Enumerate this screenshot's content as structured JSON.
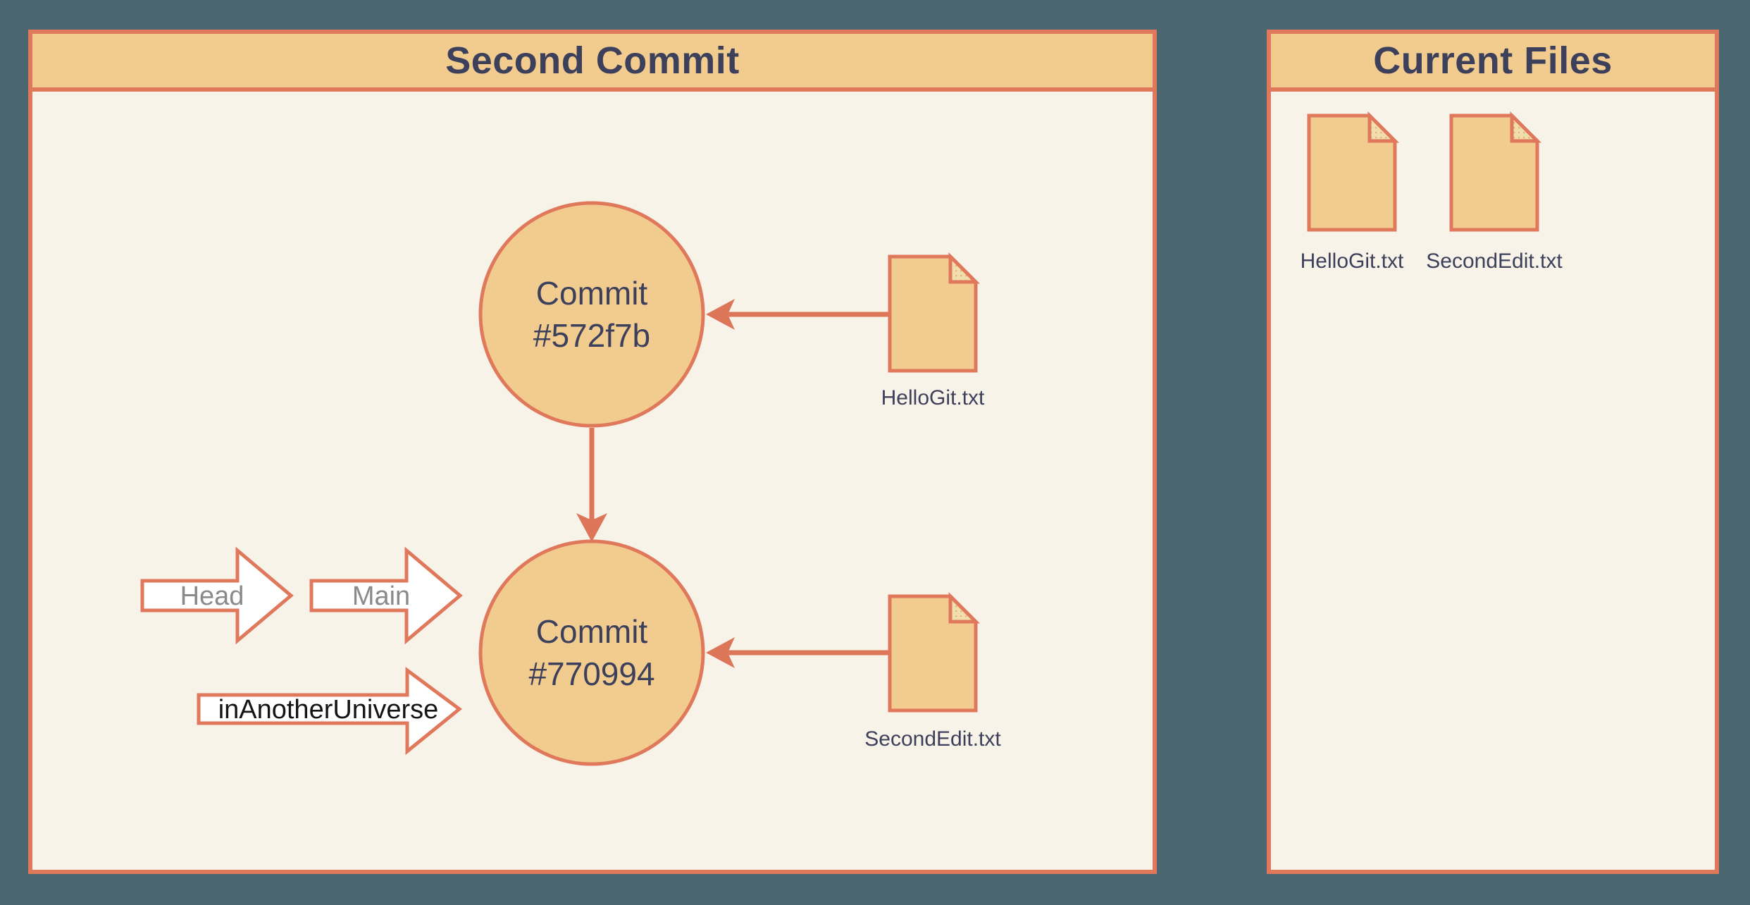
{
  "palette": {
    "page_background": "#4c666f",
    "panel_background": "#f8f3e9",
    "accent_fill": "#f2cc8f",
    "accent_border": "#e0795c",
    "text_dark": "#3d405b",
    "pointer_text_gray": "#8a8a8a",
    "pointer_text_black": "#141414"
  },
  "left_panel": {
    "title": "Second Commit",
    "commit_top": {
      "line1": "Commit",
      "line2": "#572f7b"
    },
    "commit_bottom": {
      "line1": "Commit",
      "line2": "#770994"
    },
    "file_top": {
      "label": "HelloGit.txt"
    },
    "file_bottom": {
      "label": "SecondEdit.txt"
    },
    "pointers": {
      "head": "Head",
      "main": "Main",
      "branch": "inAnotherUniverse"
    }
  },
  "right_panel": {
    "title": "Current Files",
    "files": [
      {
        "label": "HelloGit.txt"
      },
      {
        "label": "SecondEdit.txt"
      }
    ]
  }
}
